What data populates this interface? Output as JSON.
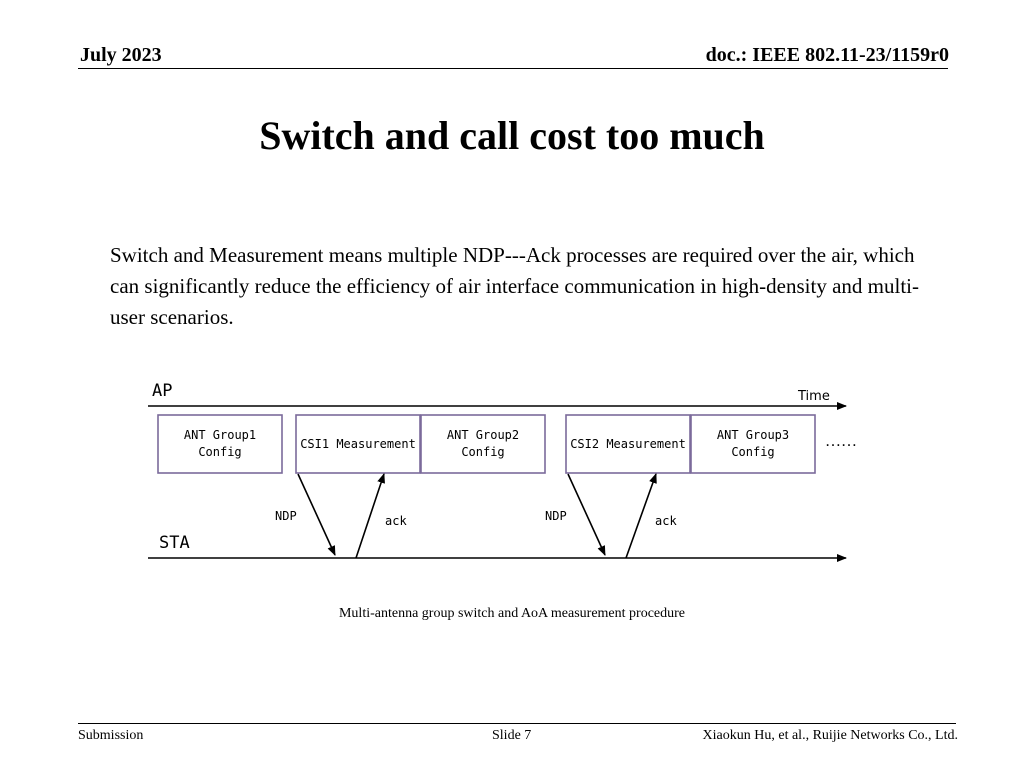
{
  "header": {
    "date": "July 2023",
    "doc": "doc.: IEEE 802.11-23/1159r0"
  },
  "title": "Switch and call cost too much",
  "body": "Switch and Measurement means multiple NDP---Ack processes are required over the air, which can significantly reduce the efficiency of air interface communication in high-density and multi-user scenarios.",
  "diagram": {
    "ap_label": "AP",
    "sta_label": "STA",
    "time_label": "Time",
    "boxes": [
      {
        "line1": "ANT Group1",
        "line2": "Config"
      },
      {
        "line1": "CSI1 Measurement",
        "line2": ""
      },
      {
        "line1": "ANT Group2",
        "line2": "Config"
      },
      {
        "line1": "CSI2 Measurement",
        "line2": ""
      },
      {
        "line1": "ANT Group3",
        "line2": "Config"
      }
    ],
    "ellipsis": "……",
    "ndp_label": "NDP",
    "ack_label": "ack",
    "caption": "Multi-antenna group switch and AoA measurement procedure",
    "colors": {
      "box_border": "#7b6a9b",
      "line": "#000000"
    }
  },
  "footer": {
    "left": "Submission",
    "center": "Slide 7",
    "right": "Xiaokun Hu, et al., Ruijie Networks Co., Ltd."
  }
}
